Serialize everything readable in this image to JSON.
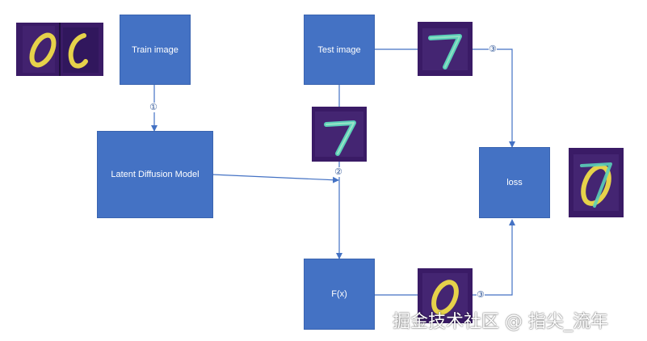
{
  "nodes": {
    "train_image": "Train image",
    "test_image": "Test image",
    "latent_diffusion_model": "Latent Diffusion Model",
    "fx": "F(x)",
    "loss": "loss"
  },
  "steps": {
    "step1": "①",
    "step2": "②",
    "step3_top": "③",
    "step3_bottom": "③"
  },
  "watermark": "掘金技术社区 @ 指尖_流年",
  "colors": {
    "box_fill": "#4472c4",
    "arrow": "#4472c4",
    "thumb_bg": "#3a1b66",
    "digit": "#e6d24a"
  },
  "images": {
    "train_samples": [
      "digit-0",
      "digit-0-partial"
    ],
    "test_sample": "digit-7",
    "mid_sample": "digit-7",
    "fx_output": "digit-0",
    "loss_overlay": "digit-0-overlaid-7"
  }
}
